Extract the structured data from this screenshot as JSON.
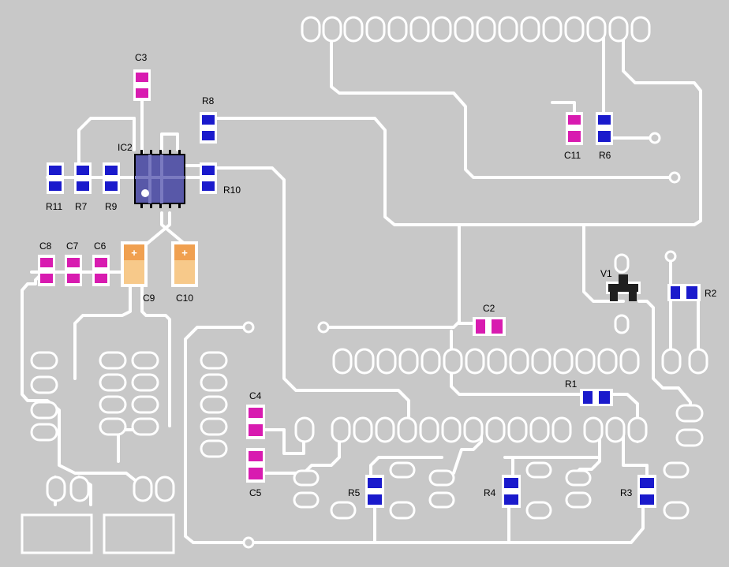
{
  "colors": {
    "board": "#c8c8c8",
    "trace": "#ffffff",
    "resistor": "#1a1acc",
    "capacitor": "#d81bb0",
    "electrolytic": "#f7c98a",
    "electrolytic_mark": "#f0a050",
    "ic": "#5858a8",
    "varistor": "#202020"
  },
  "labels": {
    "C3": "C3",
    "R8": "R8",
    "IC2": "IC2",
    "R10": "R10",
    "R11": "R11",
    "R7": "R7",
    "R9": "R9",
    "C8": "C8",
    "C7": "C7",
    "C6": "C6",
    "C9": "C9",
    "C10": "C10",
    "C11": "C11",
    "R6": "R6",
    "V1": "V1",
    "R2": "R2",
    "C2": "C2",
    "R1": "R1",
    "C4": "C4",
    "C5": "C5",
    "R5": "R5",
    "R4": "R4",
    "R3": "R3"
  },
  "electrolytic_polarity": "+"
}
